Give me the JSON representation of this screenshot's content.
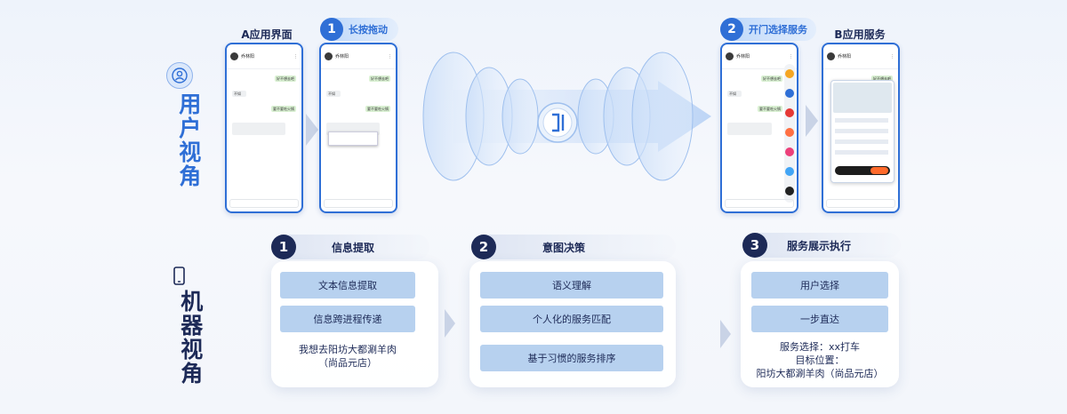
{
  "user_view": {
    "label": "用户视角",
    "icon": "user-circle-icon"
  },
  "machine_view": {
    "label": "机器视角",
    "icon": "phone-icon"
  },
  "phones": {
    "a_title": "A应用界面",
    "b_title": "B应用服务",
    "step1_num": "1",
    "step1_label": "长按拖动",
    "step2_num": "2",
    "step2_label": "开门选择服务"
  },
  "steps": [
    {
      "num": "1",
      "title": "信息提取",
      "items": [
        "文本信息提取",
        "信息跨进程传递"
      ],
      "text": [
        "我想去阳坊大都涮羊肉",
        "（尚品元店）"
      ]
    },
    {
      "num": "2",
      "title": "意图决策",
      "items": [
        "语义理解",
        "个人化的服务匹配",
        "基于习惯的服务排序"
      ],
      "text": []
    },
    {
      "num": "3",
      "title": "服务展示执行",
      "items": [
        "用户选择",
        "一步直达"
      ],
      "text": [
        "服务选择：xx打车",
        "目标位置：",
        "阳坊大都涮羊肉（尚品元店）"
      ]
    }
  ],
  "colors": {
    "accent": "#2f6fd6",
    "navy": "#1d2a57",
    "button": "#b7d1ef"
  }
}
